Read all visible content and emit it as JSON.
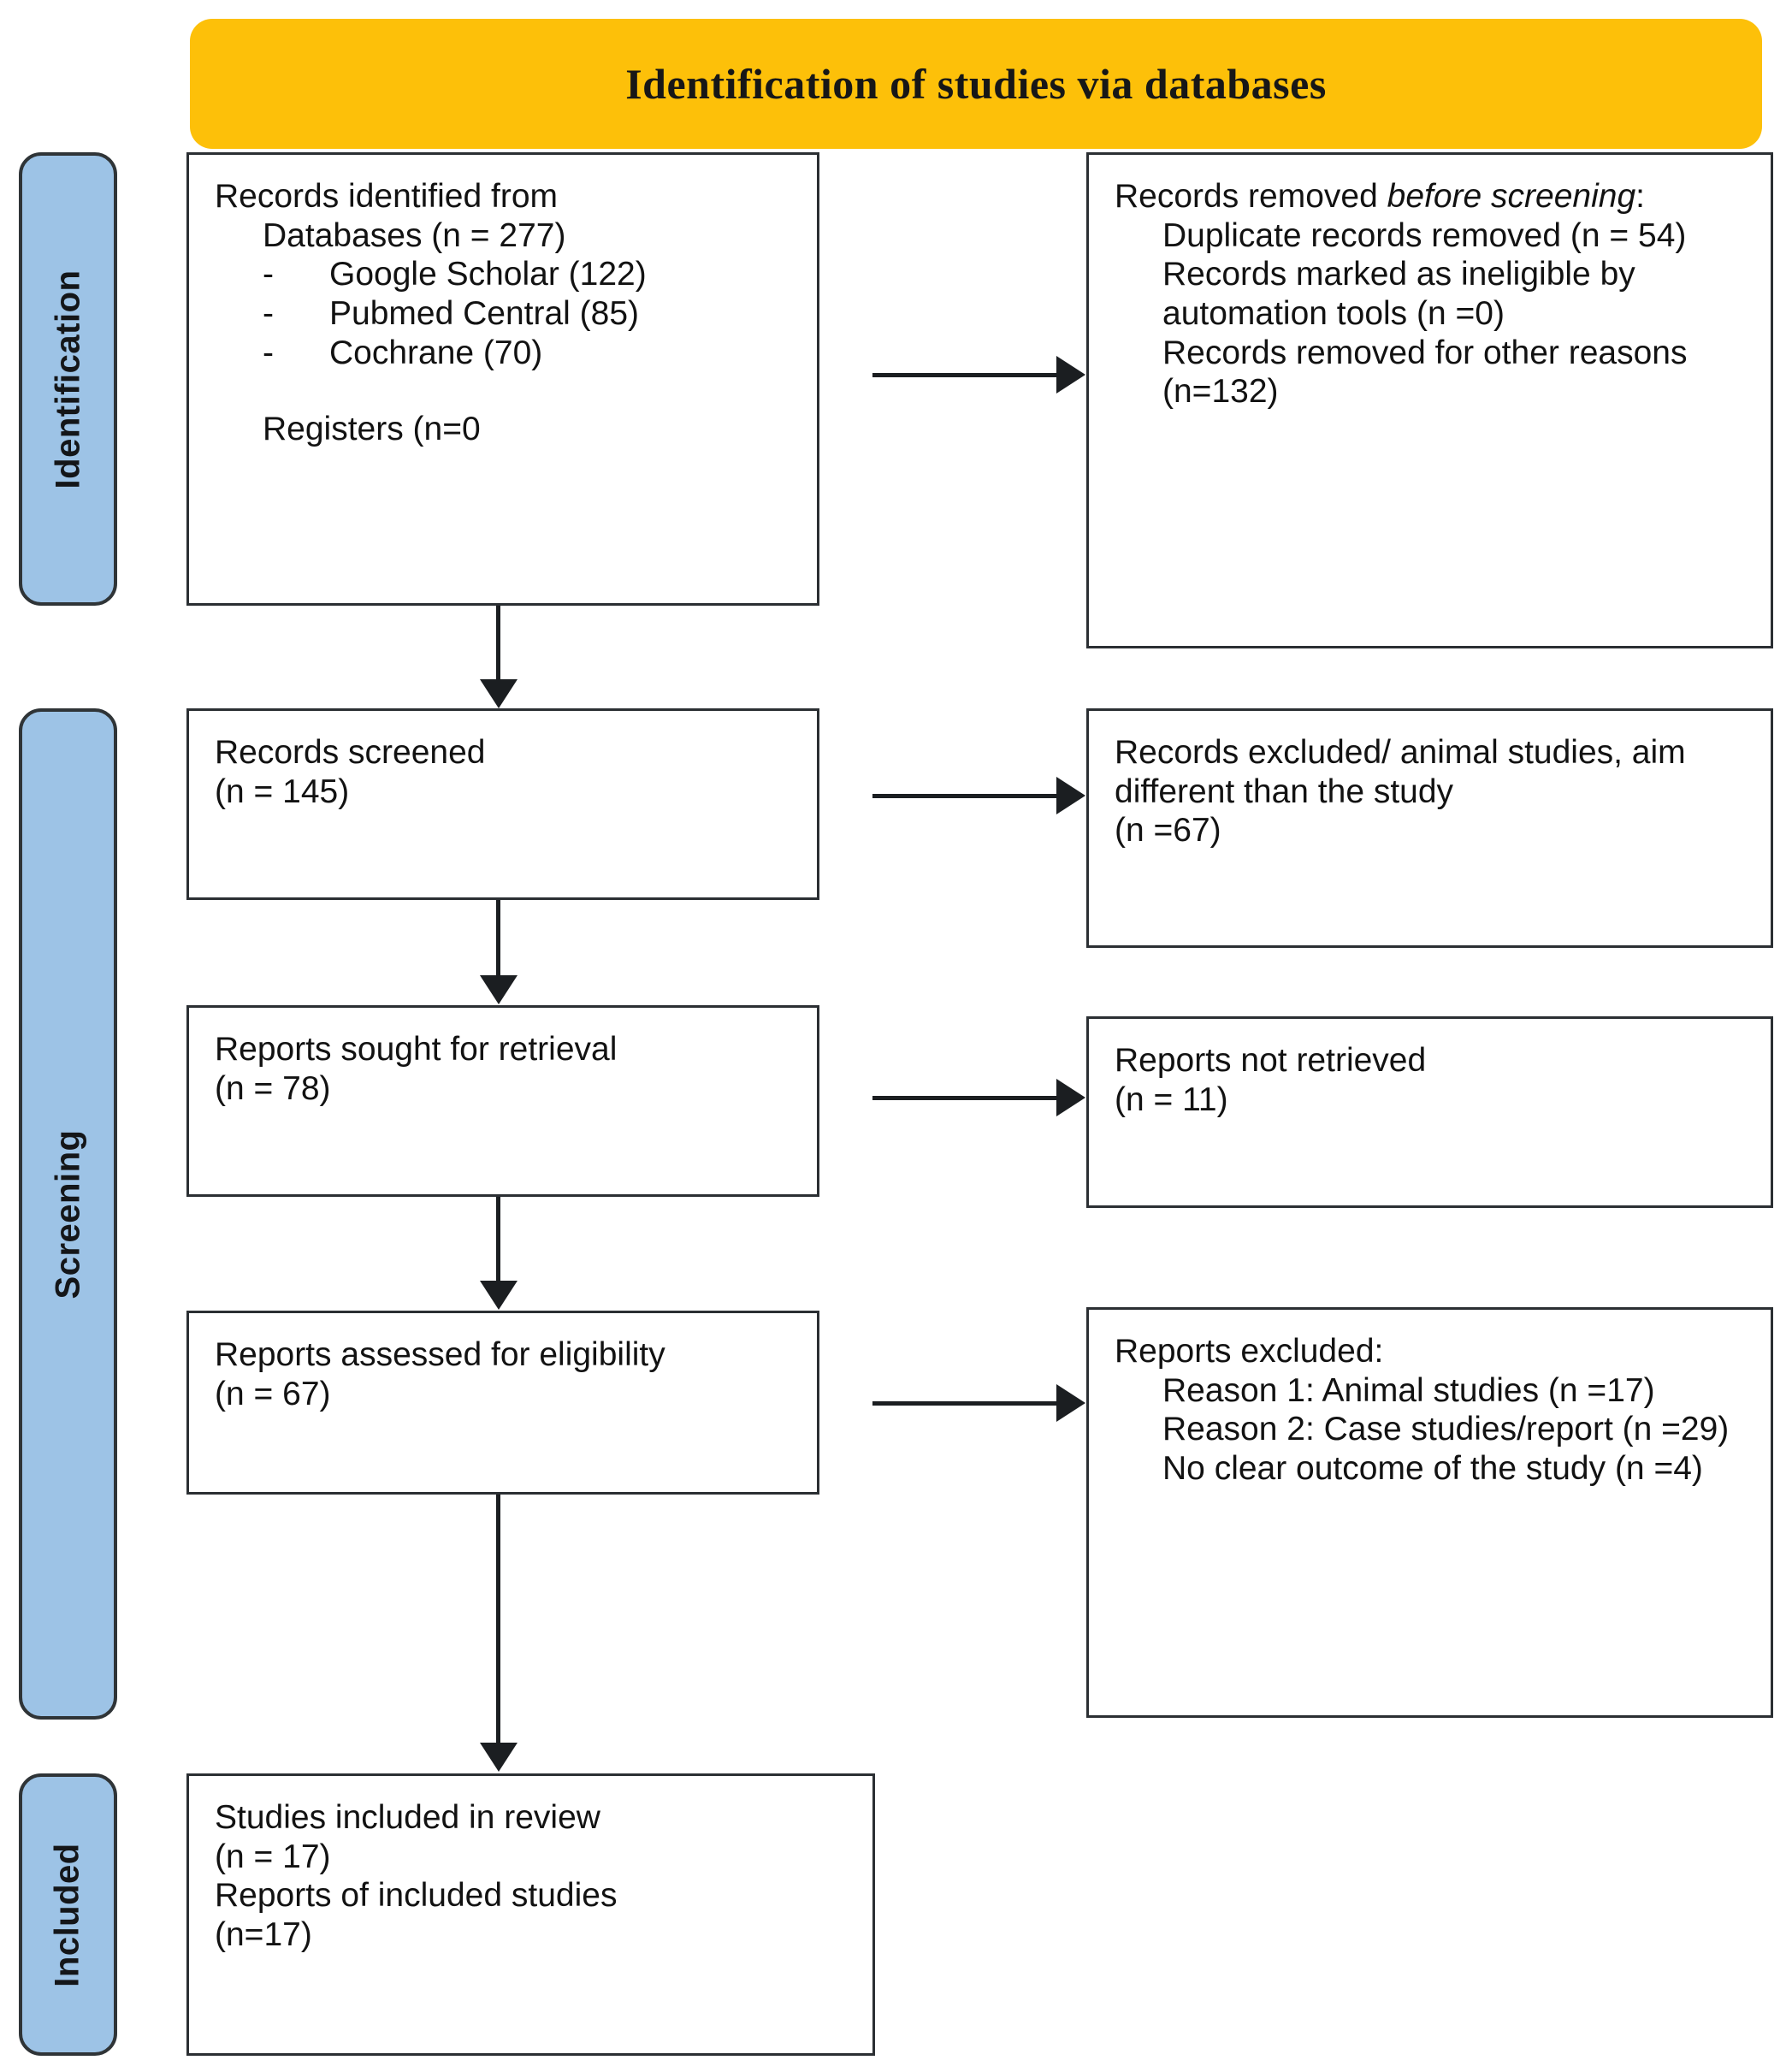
{
  "banner": {
    "title": "Identification of studies via databases"
  },
  "rails": [
    {
      "label": "Identification"
    },
    {
      "label": "Screening"
    },
    {
      "label": "Included"
    }
  ],
  "boxes": {
    "identified": {
      "line1": "Records identified from",
      "line2": "Databases (n = 277)",
      "bullet_marker": "-",
      "bullets": [
        "Google Scholar (122)",
        "Pubmed Central (85)",
        "Cochrane (70)"
      ],
      "line3": "Registers (n=0"
    },
    "removed_before_screening": {
      "heading_plain": "Records removed ",
      "heading_italic": "before screening",
      "heading_colon": ":",
      "items": [
        "Duplicate records removed (n = 54)",
        "Records marked as ineligible by automation tools (n =0)",
        "Records removed for other reasons (n=132)"
      ]
    },
    "records_screened": {
      "line1": "Records screened",
      "line2": "(n = 145)"
    },
    "records_excluded": {
      "line1": "Records excluded/ animal studies, aim different than the study",
      "line2": "(n =67)"
    },
    "reports_sought": {
      "line1": "Reports sought for retrieval",
      "line2": "(n = 78)"
    },
    "reports_not_retrieved": {
      "line1": "Reports not retrieved",
      "line2": "(n = 11)"
    },
    "reports_assessed": {
      "line1": "Reports assessed for eligibility",
      "line2": "(n = 67)"
    },
    "reports_excluded": {
      "heading": "Reports excluded:",
      "items": [
        "Reason 1: Animal studies (n =17)",
        "Reason 2: Case studies/report (n =29)",
        "No clear outcome of the study (n =4)"
      ]
    },
    "studies_included": {
      "line1": "Studies included in review",
      "line2": "(n = 17)",
      "line3": "Reports of included studies",
      "line4": "(n=17)"
    }
  },
  "colors": {
    "banner": "#fdc009",
    "rail": "#9dc3e6",
    "outline": "#2b2f33",
    "text": "#121212"
  }
}
